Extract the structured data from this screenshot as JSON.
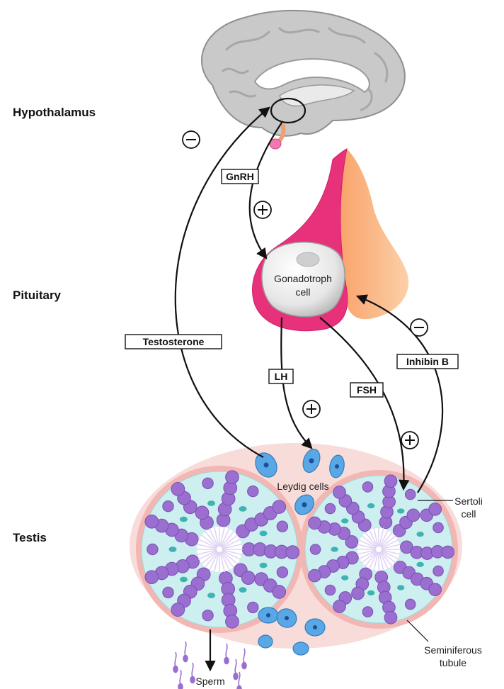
{
  "regions": {
    "hypothalamus": "Hypothalamus",
    "pituitary": "Pituitary",
    "testis": "Testis"
  },
  "hormones": {
    "gnrh": "GnRH",
    "testosterone": "Testosterone",
    "lh": "LH",
    "fsh": "FSH",
    "inhibin_b": "Inhibin B"
  },
  "cells": {
    "gonadotroph_line1": "Gonadotroph",
    "gonadotroph_line2": "cell",
    "leydig": "Leydig cells",
    "sertoli_line1": "Sertoli",
    "sertoli_line2": "cell",
    "seminiferous_line1": "Seminiferous",
    "seminiferous_line2": "tubule",
    "sperm": "Sperm"
  },
  "signs": {
    "negative": "−",
    "positive": "+"
  },
  "colors": {
    "brain": "#c8c8c8",
    "pituitary_anterior": "#e8307a",
    "pituitary_posterior": "#f7b27a",
    "tubule_lumen": "#cdf0f0",
    "germ_cells": "#9b6fd0",
    "leydig": "#5aa7e6",
    "testis_bg": "#f7d8d6"
  }
}
